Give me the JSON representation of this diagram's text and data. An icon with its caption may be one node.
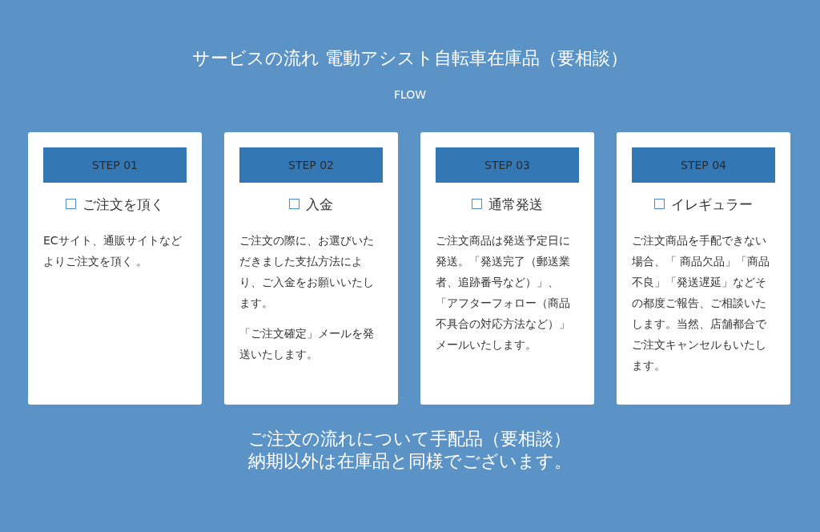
{
  "diagram": {
    "title": "サービスの流れ 電動アシスト自転車在庫品（要相談）",
    "caption": "ご注文の流れについて手配品（要相談）納期以外は在庫品と同様でございます。",
    "nodes": [
      {
        "text": [
          "ご注文を頂く",
          "ECサイト、通販サイトなどよりご注文を頂く 。"
        ]
      },
      {
        "text": [
          "STEP 01"
        ],
        "in": 0
      },
      {
        "text": [
          "入金",
          "ご注文の際に、お選びいただきました支払方法により、ご入金をお願いいたします。",
          "「ご注文確定」メールを発送いたします。"
        ]
      },
      {
        "text": [
          "STEP 02"
        ],
        "in": 2
      },
      {
        "text": [
          "通常発送",
          "ご注文商品は発送予定日に発送。「発送完了（郵送業者、追跡番号など）」、「アフターフォロー（商品不具合の対応方法など）」メールいたします。"
        ]
      },
      {
        "text": [
          "STEP 03"
        ],
        "in": 4
      },
      {
        "text": [
          "イレギュラー",
          "ご注文商品を手配できない場合、「 商品欠品」「商品不良」「発送遅延」などその都度ご報告、ご相談いたします。当然、店舗都合でご注文キャンセルもいたします。"
        ]
      },
      {
        "text": [
          "STEP 04"
        ],
        "in": 6
      }
    ],
    "edges": [],
    "labels": [
      "FLOW"
    ]
  }
}
